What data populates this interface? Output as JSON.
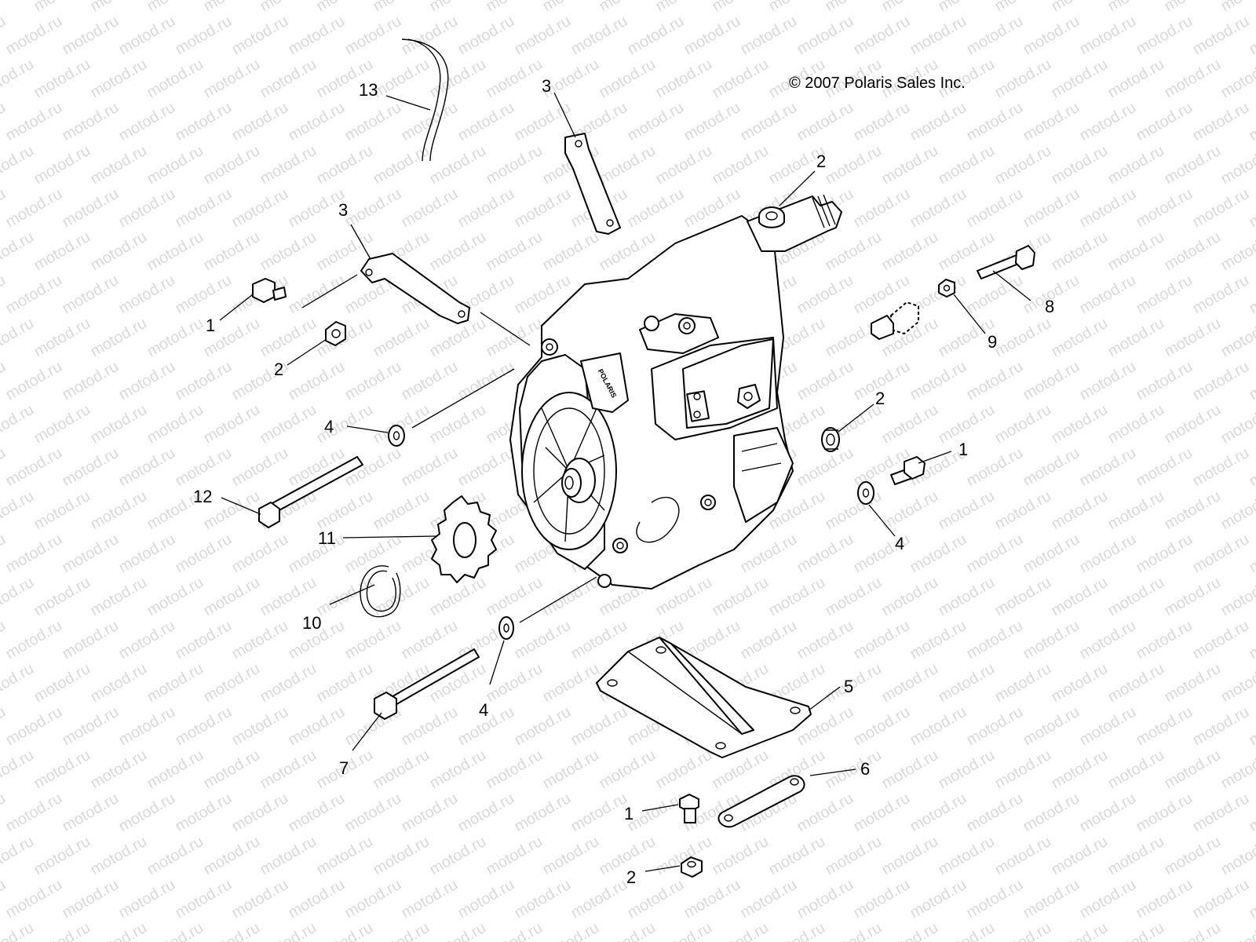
{
  "diagram": {
    "copyright": "© 2007 Polaris Sales Inc.",
    "watermark": "motod.ru",
    "logo_text": "POLARIS",
    "callouts": {
      "c1a": "1",
      "c1b": "1",
      "c1c": "1",
      "c2a": "2",
      "c2b": "2",
      "c2c": "2",
      "c2d": "2",
      "c3a": "3",
      "c3b": "3",
      "c4a": "4",
      "c4b": "4",
      "c4c": "4",
      "c5": "5",
      "c6": "6",
      "c7": "7",
      "c8": "8",
      "c9": "9",
      "c10": "10",
      "c11": "11",
      "c12": "12",
      "c13": "13"
    }
  }
}
